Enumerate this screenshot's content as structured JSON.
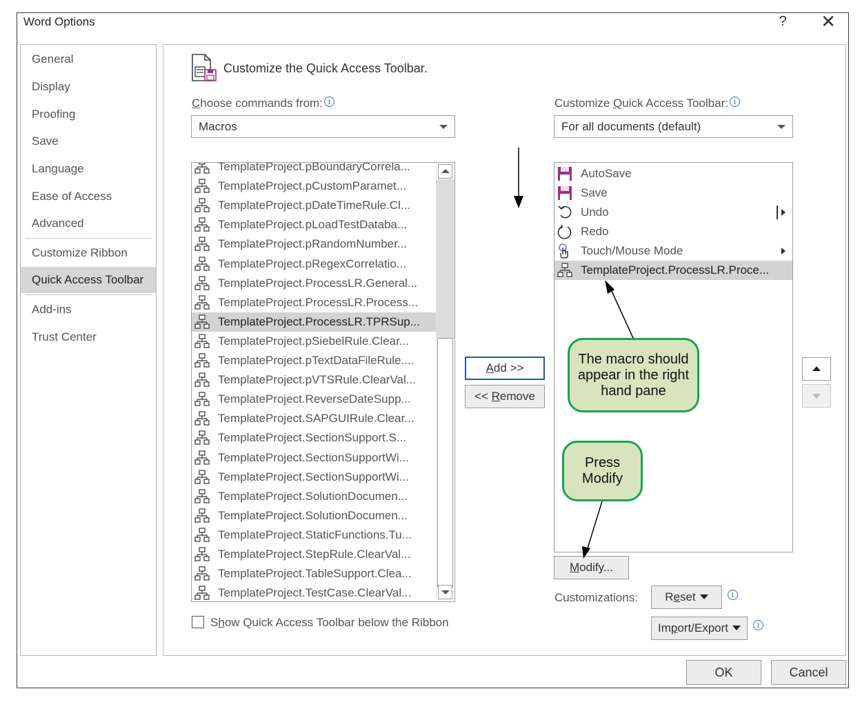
{
  "window": {
    "title": "Word Options",
    "help": "?",
    "close": "✕"
  },
  "nav": {
    "items": [
      "General",
      "Display",
      "Proofing",
      "Save",
      "Language",
      "Ease of Access",
      "Advanced",
      "Customize Ribbon",
      "Quick Access Toolbar",
      "Add-ins",
      "Trust Center"
    ],
    "selected": "Quick Access Toolbar"
  },
  "section": {
    "title": "Customize the Quick Access Toolbar."
  },
  "left": {
    "label_pre": "",
    "label_u": "C",
    "label_post": "hoose commands from:",
    "dropdown_value": "Macros",
    "commands": [
      "TemplateProject.pBoundaryCorrela...",
      "TemplateProject.pCustomParamet...",
      "TemplateProject.pDateTimeRule.Cl...",
      "TemplateProject.pLoadTestDataba...",
      "TemplateProject.pRandomNumber...",
      "TemplateProject.pRegexCorrelatio...",
      "TemplateProject.ProcessLR.General...",
      "TemplateProject.ProcessLR.Process...",
      "TemplateProject.ProcessLR.TPRSup...",
      "TemplateProject.pSiebelRule.Clear...",
      "TemplateProject.pTextDataFileRule....",
      "TemplateProject.pVTSRule.ClearVal...",
      "TemplateProject.ReverseDateSupp...",
      "TemplateProject.SAPGUIRule.Clear...",
      "TemplateProject.SectionSupport.S...",
      "TemplateProject.SectionSupportWi...",
      "TemplateProject.SectionSupportWi...",
      "TemplateProject.SolutionDocumen...",
      "TemplateProject.SolutionDocumen...",
      "TemplateProject.StaticFunctions.Tu...",
      "TemplateProject.StepRule.ClearVal...",
      "TemplateProject.TableSupport.Clea...",
      "TemplateProject.TestCase.ClearVal..."
    ],
    "selected_index": 8,
    "show_below_pre": "S",
    "show_below_u": "h",
    "show_below_post": "ow Quick Access Toolbar below the Ribbon"
  },
  "middle": {
    "add_u": "A",
    "add_post": "dd >>",
    "remove_pre": "<< ",
    "remove_u": "R",
    "remove_post": "emove"
  },
  "right": {
    "label_pre": "Customize ",
    "label_u": "Q",
    "label_post": "uick Access Toolbar:",
    "dropdown_value": "For all documents (default)",
    "items": [
      {
        "label": "AutoSave",
        "icon": "autosave-icon"
      },
      {
        "label": "Save",
        "icon": "save-icon"
      },
      {
        "label": "Undo",
        "icon": "undo-icon"
      },
      {
        "label": "Redo",
        "icon": "redo-icon"
      },
      {
        "label": "Touch/Mouse Mode",
        "icon": "touch-mode-icon"
      },
      {
        "label": "TemplateProject.ProcessLR.Proce...",
        "icon": "macro-icon"
      }
    ],
    "selected_index": 5,
    "modify_u": "M",
    "modify_post": "odify...",
    "customizations_label": "Customizations:",
    "reset_pre": "R",
    "reset_u": "e",
    "reset_post": "set",
    "import_pre": "Im",
    "import_u": "p",
    "import_post": "ort/Export"
  },
  "callouts": {
    "macro_pane": "The macro should appear in the right hand pane",
    "press_modify": "Press Modify"
  },
  "footer": {
    "ok": "OK",
    "cancel": "Cancel"
  },
  "colors": {
    "callout_fill": "#d7e4bd",
    "callout_border": "#1aa350",
    "save_icon": "#a0307f",
    "focus_border": "#2b5797"
  }
}
